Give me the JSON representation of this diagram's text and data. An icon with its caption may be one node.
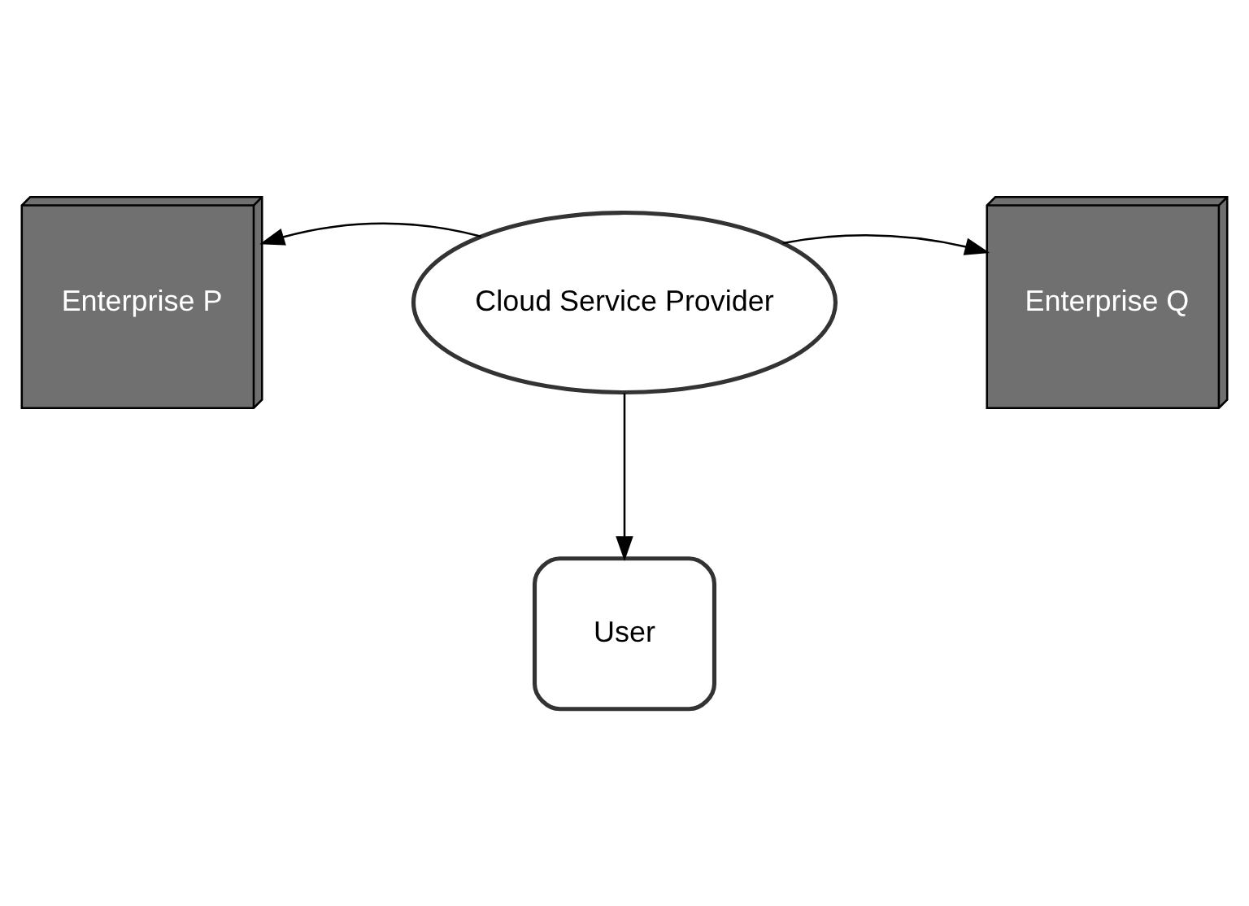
{
  "diagram": {
    "nodes": [
      {
        "text": [
          "Enterprise P"
        ]
      },
      {
        "text": [
          "Cloud Service Provider"
        ]
      },
      {
        "text": [
          "Enterprise Q"
        ]
      },
      {
        "text": [
          "User"
        ]
      }
    ],
    "edges": [
      {
        "from": 1,
        "to": 0,
        "arrow": "to"
      },
      {
        "from": 1,
        "to": 2,
        "arrow": "to"
      },
      {
        "from": 1,
        "to": 3,
        "arrow": "to"
      }
    ]
  }
}
